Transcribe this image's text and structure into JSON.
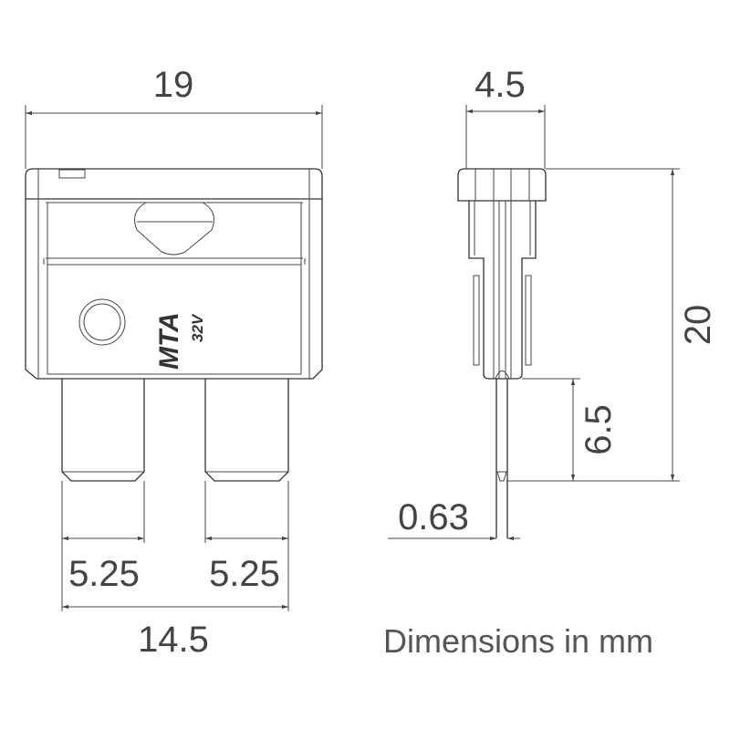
{
  "front_view": {
    "logo_text": "MTA",
    "voltage_text": "32V",
    "dim_width": "19",
    "dim_blade_left": "5.25",
    "dim_blade_right": "5.25",
    "dim_blade_span": "14.5"
  },
  "side_view": {
    "dim_thickness": "4.5",
    "dim_height": "20",
    "dim_blade_length": "6.5",
    "dim_blade_thickness": "0.63"
  },
  "caption": "Dimensions in mm",
  "colors": {
    "line": "#333333",
    "text": "#444444"
  }
}
